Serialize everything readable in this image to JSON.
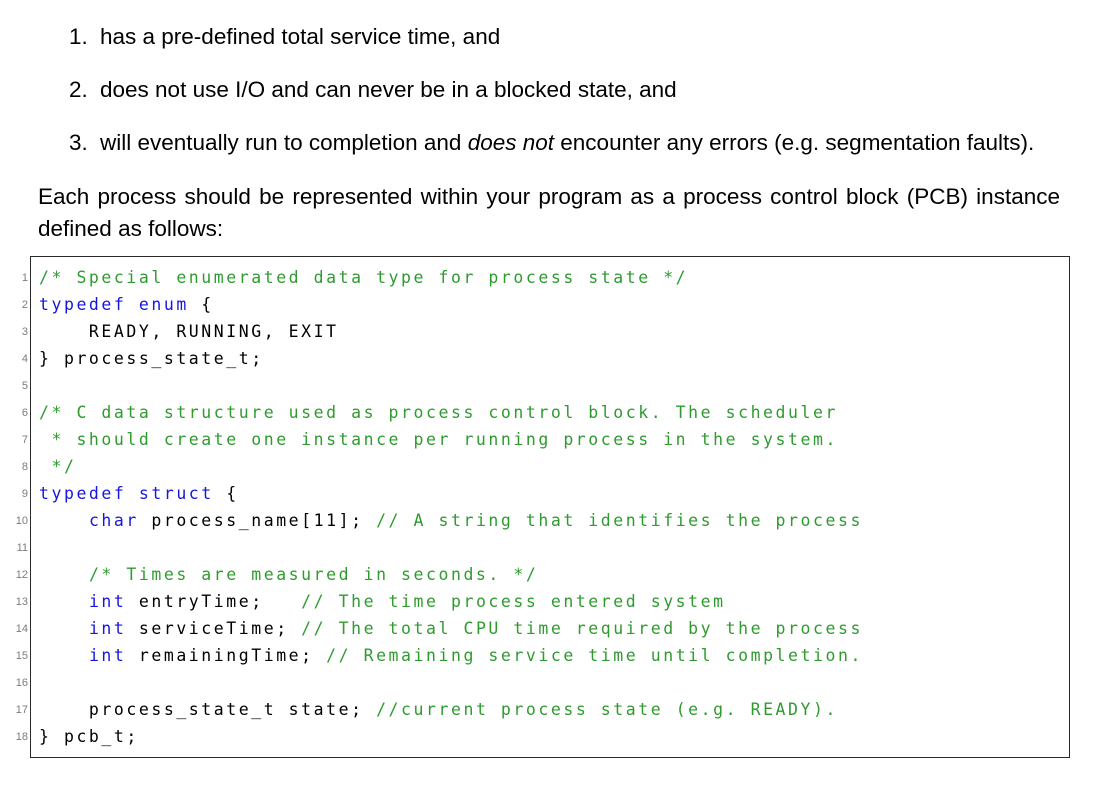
{
  "list_items": [
    {
      "number": "1.",
      "parts": [
        {
          "text": "has a pre-defined total service time, and",
          "italic": false
        }
      ]
    },
    {
      "number": "2.",
      "parts": [
        {
          "text": "does not use I/O and can never be in a blocked state, and",
          "italic": false
        }
      ]
    },
    {
      "number": "3.",
      "parts": [
        {
          "text": "will eventually run to completion and ",
          "italic": false
        },
        {
          "text": "does not",
          "italic": true
        },
        {
          "text": " encounter any errors (e.g. segmentation faults).",
          "italic": false
        }
      ]
    }
  ],
  "paragraph": "Each process should be represented within your program as a process control block (PCB) instance defined as follows:",
  "code_block": {
    "colors": {
      "comment": "#2f9b2f",
      "keyword": "#1616e0",
      "plain": "#000000",
      "line_number": "#7b7b7b",
      "border": "#2a2a2a"
    },
    "lines": [
      {
        "n": "1",
        "tokens": [
          {
            "text": "/* Special enumerated data type for process state */",
            "type": "comment"
          }
        ]
      },
      {
        "n": "2",
        "tokens": [
          {
            "text": "typedef enum",
            "type": "keyword"
          },
          {
            "text": " {",
            "type": "plain"
          }
        ]
      },
      {
        "n": "3",
        "tokens": [
          {
            "text": "    READY, RUNNING, EXIT",
            "type": "plain"
          }
        ]
      },
      {
        "n": "4",
        "tokens": [
          {
            "text": "} process_state_t;",
            "type": "plain"
          }
        ]
      },
      {
        "n": "5",
        "tokens": []
      },
      {
        "n": "6",
        "tokens": [
          {
            "text": "/* C data structure used as process control block. The scheduler",
            "type": "comment"
          }
        ]
      },
      {
        "n": "7",
        "tokens": [
          {
            "text": " * should create one instance per running process in the system.",
            "type": "comment"
          }
        ]
      },
      {
        "n": "8",
        "tokens": [
          {
            "text": " */",
            "type": "comment"
          }
        ]
      },
      {
        "n": "9",
        "tokens": [
          {
            "text": "typedef struct",
            "type": "keyword"
          },
          {
            "text": " {",
            "type": "plain"
          }
        ]
      },
      {
        "n": "10",
        "tokens": [
          {
            "text": "    ",
            "type": "plain"
          },
          {
            "text": "char",
            "type": "keyword"
          },
          {
            "text": " process_name[11]; ",
            "type": "plain"
          },
          {
            "text": "// A string that identifies the process",
            "type": "comment"
          }
        ]
      },
      {
        "n": "11",
        "tokens": []
      },
      {
        "n": "12",
        "tokens": [
          {
            "text": "    ",
            "type": "plain"
          },
          {
            "text": "/* Times are measured in seconds. */",
            "type": "comment"
          }
        ]
      },
      {
        "n": "13",
        "tokens": [
          {
            "text": "    ",
            "type": "plain"
          },
          {
            "text": "int",
            "type": "keyword"
          },
          {
            "text": " entryTime;   ",
            "type": "plain"
          },
          {
            "text": "// The time process entered system",
            "type": "comment"
          }
        ]
      },
      {
        "n": "14",
        "tokens": [
          {
            "text": "    ",
            "type": "plain"
          },
          {
            "text": "int",
            "type": "keyword"
          },
          {
            "text": " serviceTime; ",
            "type": "plain"
          },
          {
            "text": "// The total CPU time required by the process",
            "type": "comment"
          }
        ]
      },
      {
        "n": "15",
        "tokens": [
          {
            "text": "    ",
            "type": "plain"
          },
          {
            "text": "int",
            "type": "keyword"
          },
          {
            "text": " remainingTime; ",
            "type": "plain"
          },
          {
            "text": "// Remaining service time until completion.",
            "type": "comment"
          }
        ]
      },
      {
        "n": "16",
        "tokens": []
      },
      {
        "n": "17",
        "tokens": [
          {
            "text": "    process_state_t state; ",
            "type": "plain"
          },
          {
            "text": "//current process state (e.g. READY).",
            "type": "comment"
          }
        ]
      },
      {
        "n": "18",
        "tokens": [
          {
            "text": "} pcb_t;",
            "type": "plain"
          }
        ]
      }
    ]
  }
}
